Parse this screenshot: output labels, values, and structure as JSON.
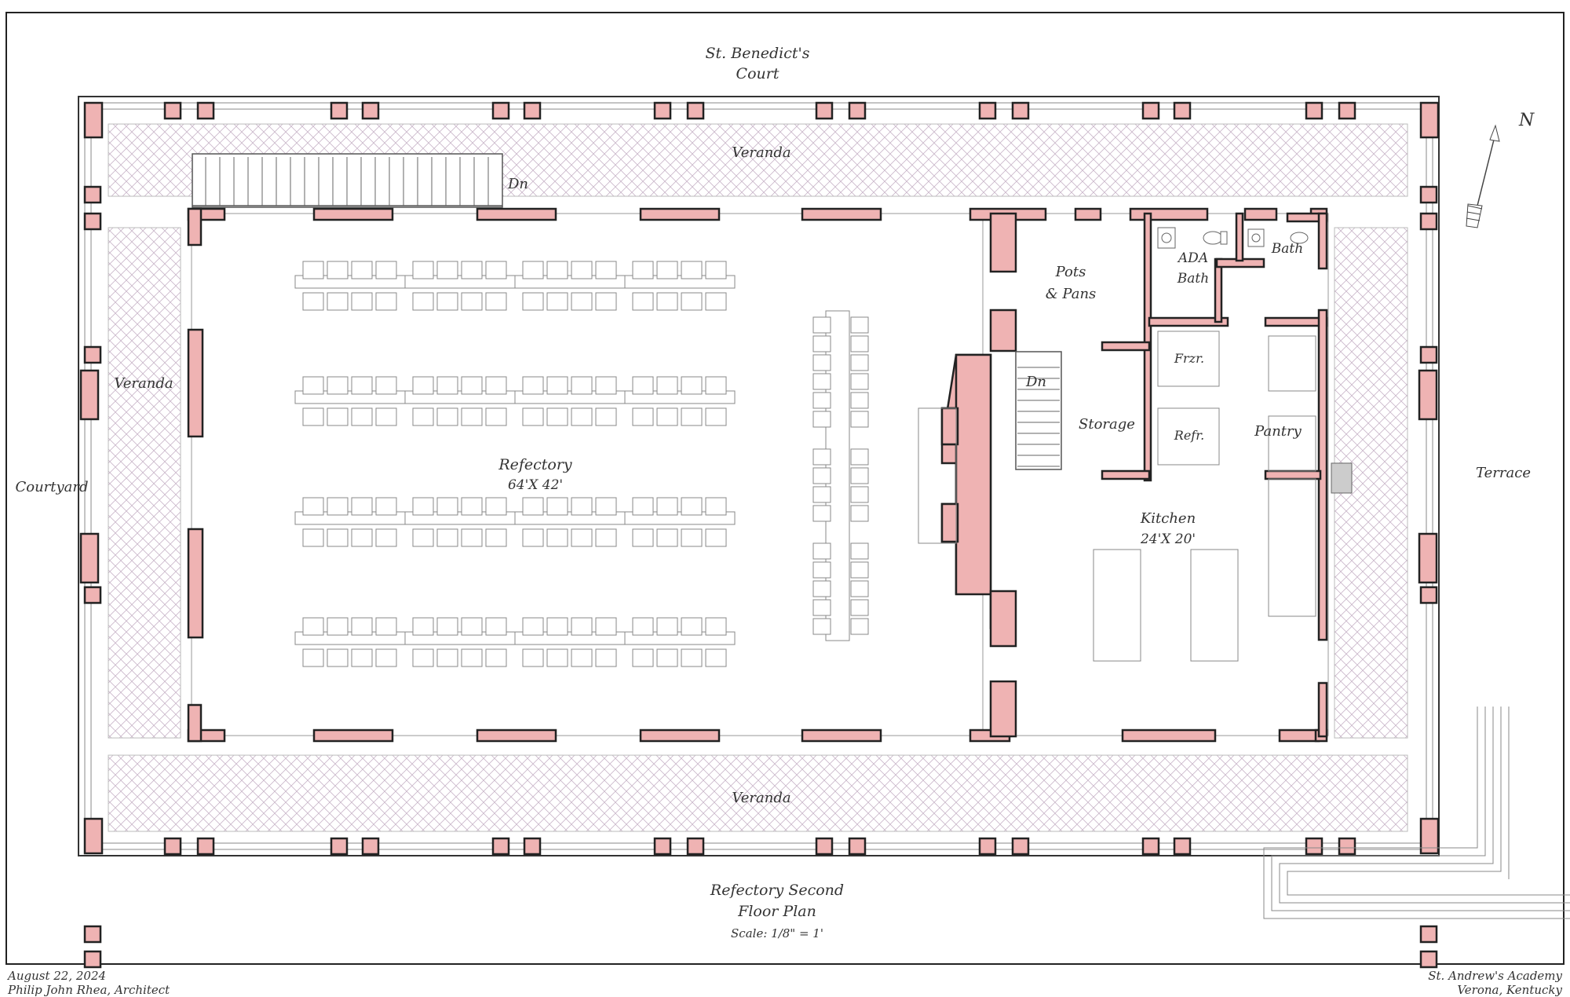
{
  "colors": {
    "wall_fill": "#efb3b3",
    "wall_stroke": "#222222",
    "line": "#888888",
    "background": "#ffffff"
  },
  "labels": {
    "north_court": "St. Benedict's",
    "north_court2": "Court",
    "veranda_top": "Veranda",
    "veranda_bottom": "Veranda",
    "veranda_left": "Veranda",
    "courtyard": "Courtyard",
    "terrace": "Terrace",
    "stair_down_1": "Dn",
    "stair_down_2": "Dn",
    "refectory": "Refectory",
    "refectory_dim": "64'X 42'",
    "pots_pans_1": "Pots",
    "pots_pans_2": "& Pans",
    "ada_bath_1": "ADA",
    "ada_bath_2": "Bath",
    "bath": "Bath",
    "frzr": "Frzr.",
    "refr": "Refr.",
    "storage": "Storage",
    "pantry": "Pantry",
    "kitchen": "Kitchen",
    "kitchen_dim": "24'X 20'",
    "north_arrow": "N"
  },
  "title_block": {
    "title_line1": "Refectory Second",
    "title_line2": "Floor Plan",
    "scale": "Scale: 1/8\" = 1'",
    "date": "August 22, 2024",
    "architect": "Philip John Rhea, Architect",
    "client": "St. Andrew's Academy",
    "location": "Verona, Kentucky"
  },
  "icons": [
    "north-arrow-icon",
    "toilet-icon",
    "sink-icon"
  ]
}
